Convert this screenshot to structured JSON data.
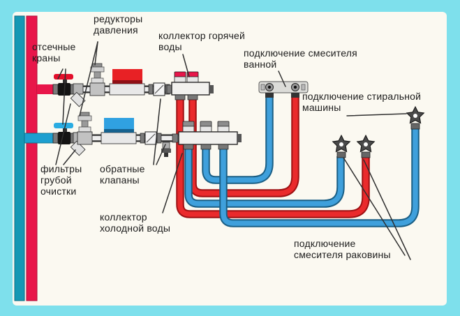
{
  "diagram": {
    "title": "plumbing-manifold-diagram",
    "colors": {
      "frame": "#7ee0ec",
      "panel": "#fbf9f1",
      "hot_main": "#e8164a",
      "cold_main": "#1598b4",
      "pipe_red": "#ea2a2c",
      "pipe_red_edge": "#9e1113",
      "pipe_blue": "#3fa0dc",
      "pipe_blue_edge": "#1b5f85",
      "meter_hot_box": "#e82125",
      "meter_cold_box": "#30a1e1",
      "handle_hot": "#e30f2b",
      "handle_cold": "#2aace2",
      "text": "#1c1c1c"
    },
    "labels": {
      "shutoff_valves": [
        "отсечные",
        "краны"
      ],
      "pressure_reducers": [
        "редукторы",
        "давления"
      ],
      "hot_water_collector": [
        "коллектор горячей",
        "воды"
      ],
      "bath_mixer_connection": [
        "подключение смесителя",
        "ванной"
      ],
      "washing_machine_connection": [
        "подключение стиральной",
        "машины"
      ],
      "coarse_filters": [
        "фильтры",
        "грубой",
        "очистки"
      ],
      "check_valves": [
        "обратные",
        "клапаны"
      ],
      "cold_water_collector": [
        "коллектор",
        "холодной воды"
      ],
      "sink_mixer_connection": [
        "подключение",
        "смесителя раковины"
      ]
    },
    "icons": {
      "ball-valve-icon": "black body with colored lever",
      "coarse-filter-icon": "angled sediment cup",
      "pressure-reducer-icon": "stacked bell on pipe",
      "water-meter-icon": "colored register box on barrel",
      "check-valve-icon": "square body between nuts",
      "collector-icon": "manifold bar with outlet ports",
      "wall-plate-icon": "two-port mixer plate",
      "star-tap-icon": "five point star handle"
    }
  }
}
